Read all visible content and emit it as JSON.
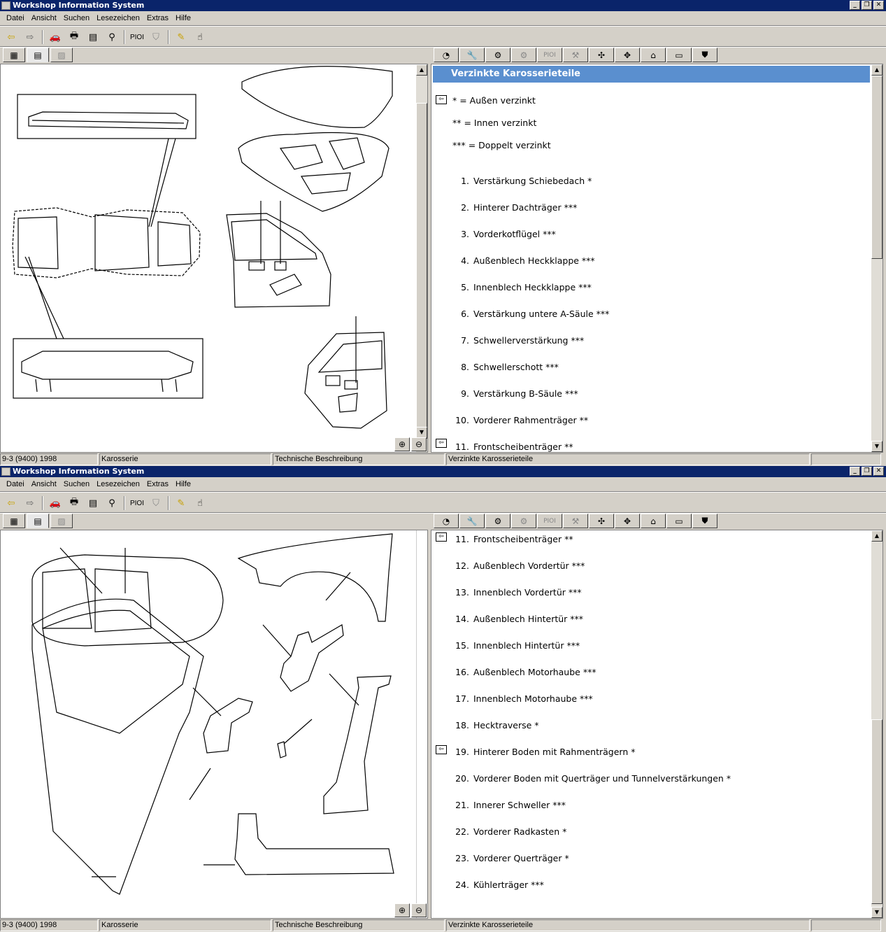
{
  "windows": [
    {
      "title": "Workshop Information System",
      "menu": [
        "Datei",
        "Ansicht",
        "Suchen",
        "Lesezeichen",
        "Extras",
        "Hilfe"
      ],
      "header": "Verzinkte Karosserieteile",
      "legend": [
        "* = Außen verzinkt",
        "** = Innen verzinkt",
        "*** = Doppelt verzinkt"
      ],
      "items": [
        {
          "n": "1.",
          "t": "Verstärkung Schiebedach *"
        },
        {
          "n": "2.",
          "t": "Hinterer Dachträger ***"
        },
        {
          "n": "3.",
          "t": "Vorderkotflügel ***"
        },
        {
          "n": "4.",
          "t": "Außenblech Heckklappe ***"
        },
        {
          "n": "5.",
          "t": "Innenblech Heckklappe ***"
        },
        {
          "n": "6.",
          "t": "Verstärkung untere A-Säule ***"
        },
        {
          "n": "7.",
          "t": "Schwellerverstärkung ***"
        },
        {
          "n": "8.",
          "t": "Schwellerschott ***"
        },
        {
          "n": "9.",
          "t": "Verstärkung B-Säule ***"
        },
        {
          "n": "10.",
          "t": "Vorderer Rahmenträger **"
        },
        {
          "n": "11.",
          "t": "Frontscheibenträger **"
        }
      ],
      "status": [
        "9-3 (9400) 1998",
        "Karosserie",
        "Technische Beschreibung",
        "Verzinkte Karosserieteile"
      ]
    },
    {
      "title": "Workshop Information System",
      "menu": [
        "Datei",
        "Ansicht",
        "Suchen",
        "Lesezeichen",
        "Extras",
        "Hilfe"
      ],
      "items": [
        {
          "n": "11.",
          "t": "Frontscheibenträger **"
        },
        {
          "n": "12.",
          "t": "Außenblech Vordertür ***"
        },
        {
          "n": "13.",
          "t": "Innenblech Vordertür ***"
        },
        {
          "n": "14.",
          "t": "Außenblech Hintertür ***"
        },
        {
          "n": "15.",
          "t": "Innenblech Hintertür ***"
        },
        {
          "n": "16.",
          "t": "Außenblech Motorhaube ***"
        },
        {
          "n": "17.",
          "t": "Innenblech Motorhaube ***"
        },
        {
          "n": "18.",
          "t": "Hecktraverse *"
        },
        {
          "n": "19.",
          "t": "Hinterer Boden mit Rahmenträgern *"
        },
        {
          "n": "20.",
          "t": "Vorderer Boden mit Querträger und Tunnelverstärkungen *"
        },
        {
          "n": "21.",
          "t": "Innerer Schweller ***"
        },
        {
          "n": "22.",
          "t": "Vorderer Radkasten *"
        },
        {
          "n": "23.",
          "t": "Vorderer Querträger *"
        },
        {
          "n": "24.",
          "t": "Kühlerträger ***"
        }
      ],
      "status": [
        "9-3 (9400) 1998",
        "Karosserie",
        "Technische Beschreibung",
        "Verzinkte Karosserieteile"
      ]
    }
  ],
  "toolbar": {
    "pioi": "PIOI"
  },
  "tabs_right": {
    "pioi": "PIOI"
  }
}
